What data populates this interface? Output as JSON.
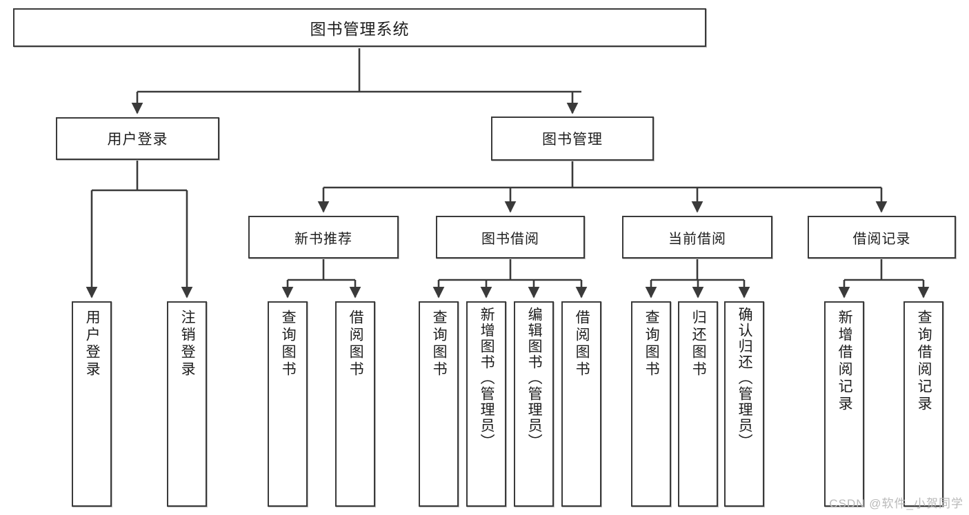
{
  "diagram": {
    "type": "tree",
    "title": "图书管理系统",
    "root": {
      "label": "图书管理系统"
    },
    "level1": [
      {
        "label": "用户登录"
      },
      {
        "label": "图书管理"
      }
    ],
    "level2": [
      {
        "label": "新书推荐"
      },
      {
        "label": "图书借阅"
      },
      {
        "label": "当前借阅"
      },
      {
        "label": "借阅记录"
      }
    ],
    "leaves": {
      "user_login": [
        {
          "label": "用户登录"
        },
        {
          "label": "注销登录"
        }
      ],
      "new_book_recommend": [
        {
          "label": "查询图书"
        },
        {
          "label": "借阅图书"
        }
      ],
      "book_borrow": [
        {
          "label": "查询图书"
        },
        {
          "label": "新增图书（管理员）"
        },
        {
          "label": "编辑图书（管理员）"
        },
        {
          "label": "借阅图书"
        }
      ],
      "current_borrow": [
        {
          "label": "查询图书"
        },
        {
          "label": "归还图书"
        },
        {
          "label": "确认归还（管理员）"
        }
      ],
      "borrow_record": [
        {
          "label": "新增借阅记录"
        },
        {
          "label": "查询借阅记录"
        }
      ]
    },
    "colors": {
      "box_border": "#3a3a3a",
      "box_fill": "#ffffff",
      "connector": "#3a3a3a",
      "text": "#1d1d1d",
      "watermark": "#b9b9b9"
    }
  },
  "watermark": {
    "text": "CSDN @软件_小贺同学"
  }
}
